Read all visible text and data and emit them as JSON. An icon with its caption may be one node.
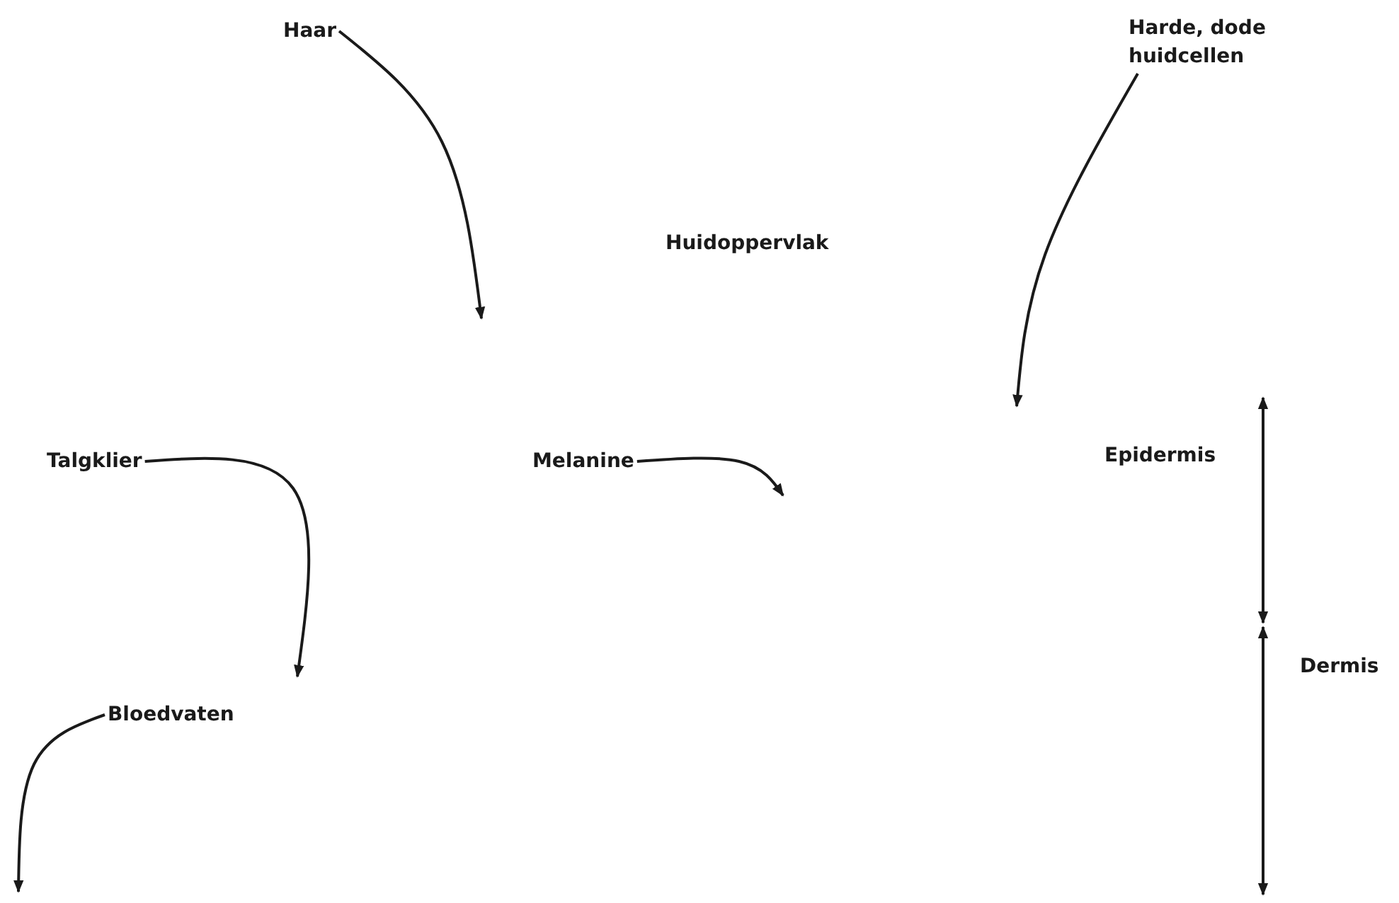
{
  "diagram": {
    "nodes": [
      {
        "text": [
          "Haar"
        ]
      },
      {
        "text": [
          "Harde, dode huidcellen"
        ]
      },
      {
        "text": [
          "Talgklier"
        ]
      },
      {
        "text": [
          "Melanine"
        ]
      },
      {
        "text": [
          "Bloedvaten"
        ]
      }
    ],
    "edges": [
      {
        "from": 0,
        "to": null,
        "arrow": "to"
      },
      {
        "from": 1,
        "to": null,
        "arrow": "to"
      },
      {
        "from": 2,
        "to": null,
        "arrow": "to"
      },
      {
        "from": 3,
        "to": null,
        "arrow": "to"
      },
      {
        "from": 4,
        "to": null,
        "arrow": "to"
      }
    ],
    "labels": [
      "Huidoppervlak",
      "Epidermis",
      "Dermis"
    ]
  }
}
